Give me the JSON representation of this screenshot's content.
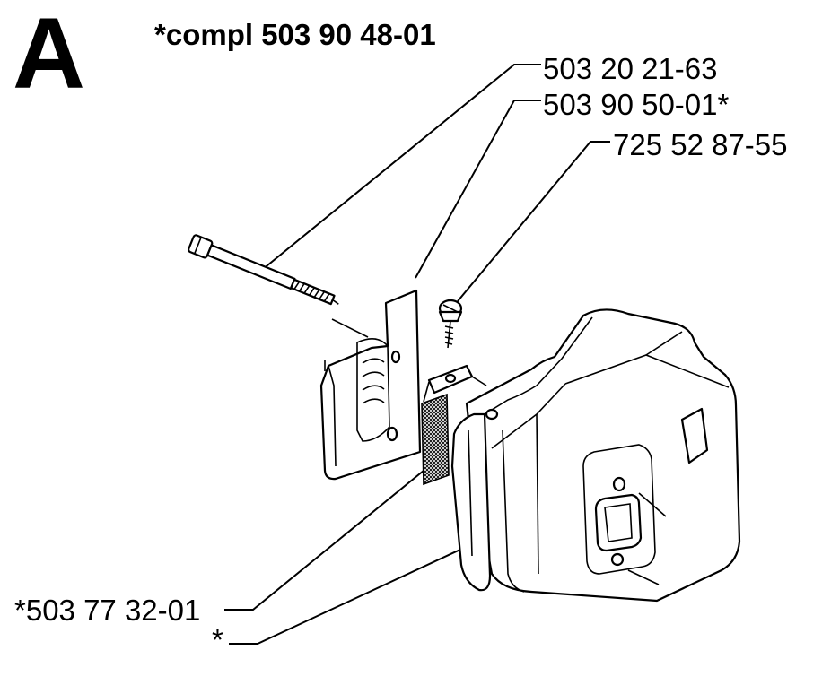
{
  "diagram": {
    "section_letter": "A",
    "assembly_label": "*compl 503 90 48-01",
    "callouts": [
      {
        "id": "bolt",
        "text": "503 20 21-63"
      },
      {
        "id": "bracket",
        "text": "503 90 50-01*"
      },
      {
        "id": "screw",
        "text": "725 52 87-55"
      },
      {
        "id": "screen",
        "text": "*503 77 32-01"
      },
      {
        "id": "muffler",
        "text": "*"
      }
    ]
  }
}
